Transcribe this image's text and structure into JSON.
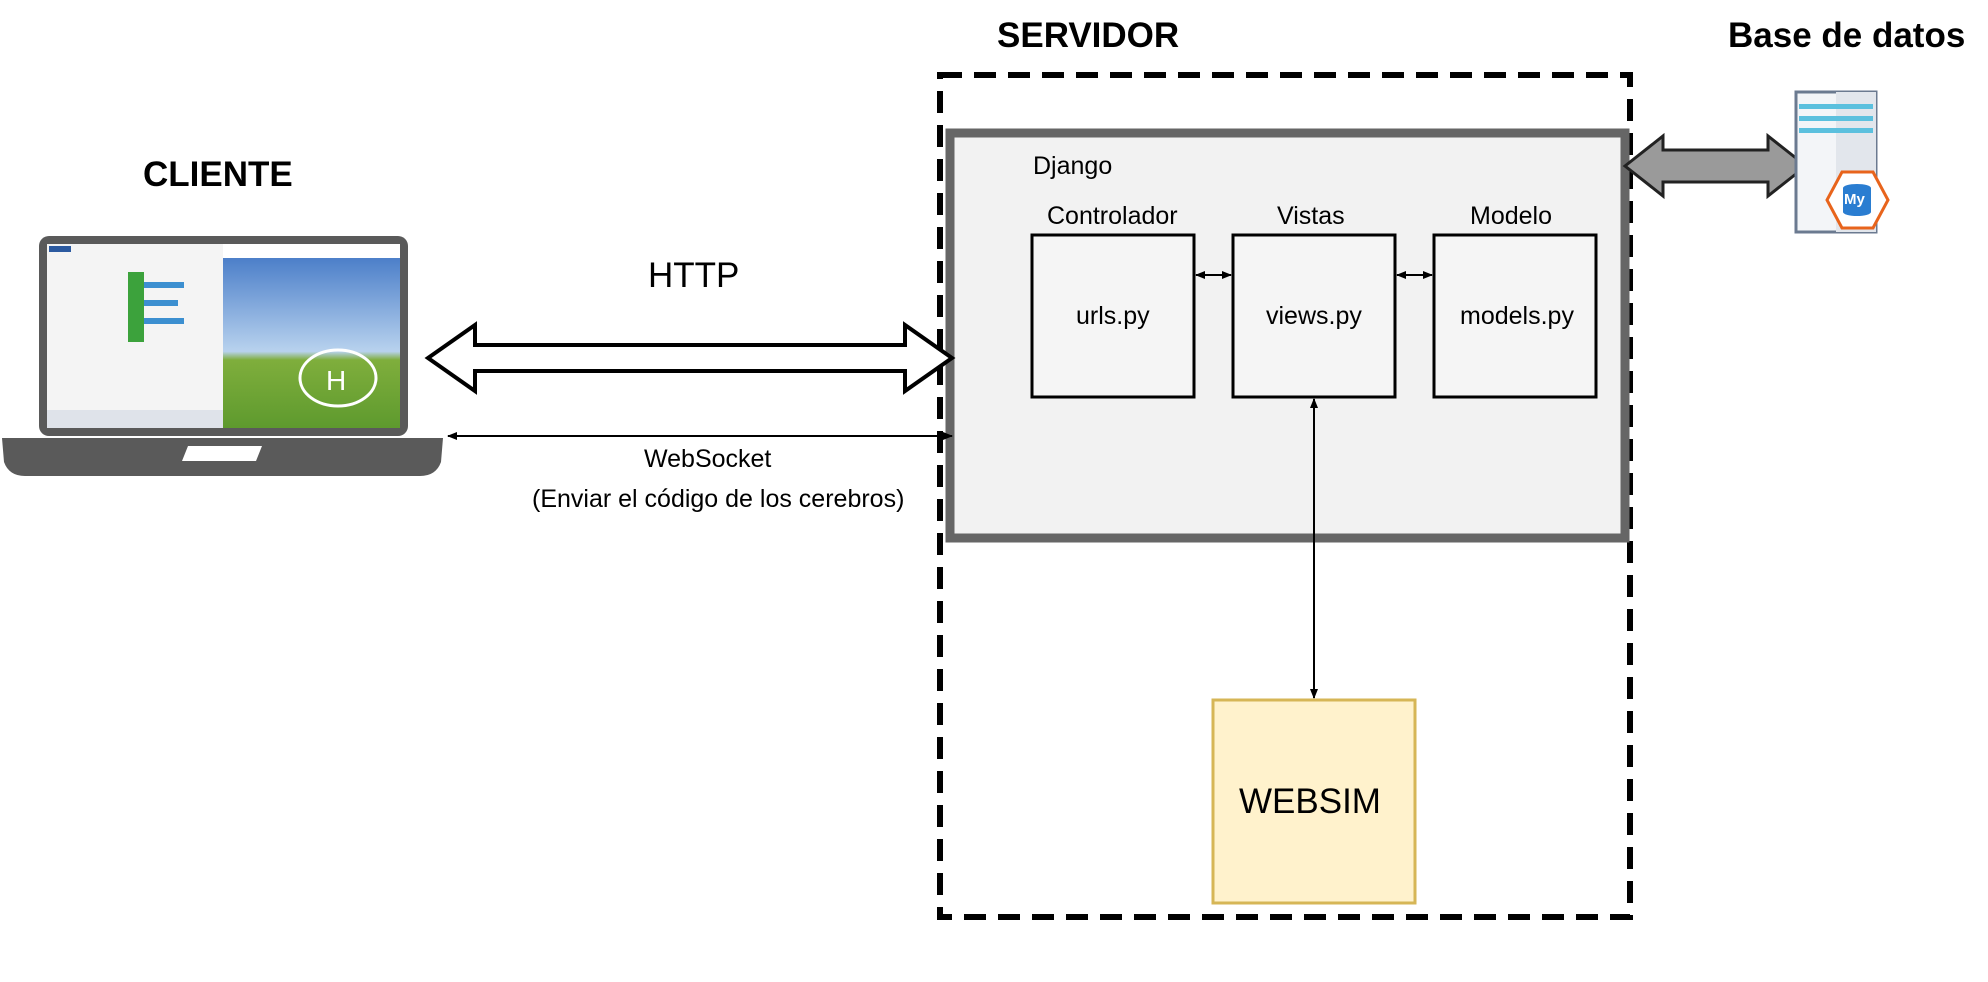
{
  "labels": {
    "cliente": "CLIENTE",
    "servidor": "SERVIDOR",
    "base_de_datos": "Base de datos",
    "http": "HTTP",
    "websocket": "WebSocket",
    "websocket_desc": "(Enviar el código de los cerebros)",
    "django": "Django",
    "controlador": "Controlador",
    "vistas": "Vistas",
    "modelo": "Modelo",
    "urls": "urls.py",
    "views": "views.py",
    "models": "models.py",
    "websim": "WEBSIM",
    "db_logo": "My"
  },
  "colors": {
    "django_fill": "#f2f2f2",
    "django_border": "#666666",
    "websim_fill": "#fff2cc",
    "websim_border": "#d6b656",
    "db_arrow": "#9a9a9a",
    "laptop_body": "#5a5a5a",
    "db_accent": "#5bc0de",
    "db_logo": "#e8641c"
  },
  "icons": {
    "laptop": "laptop-icon",
    "database": "mysql-database-icon"
  }
}
